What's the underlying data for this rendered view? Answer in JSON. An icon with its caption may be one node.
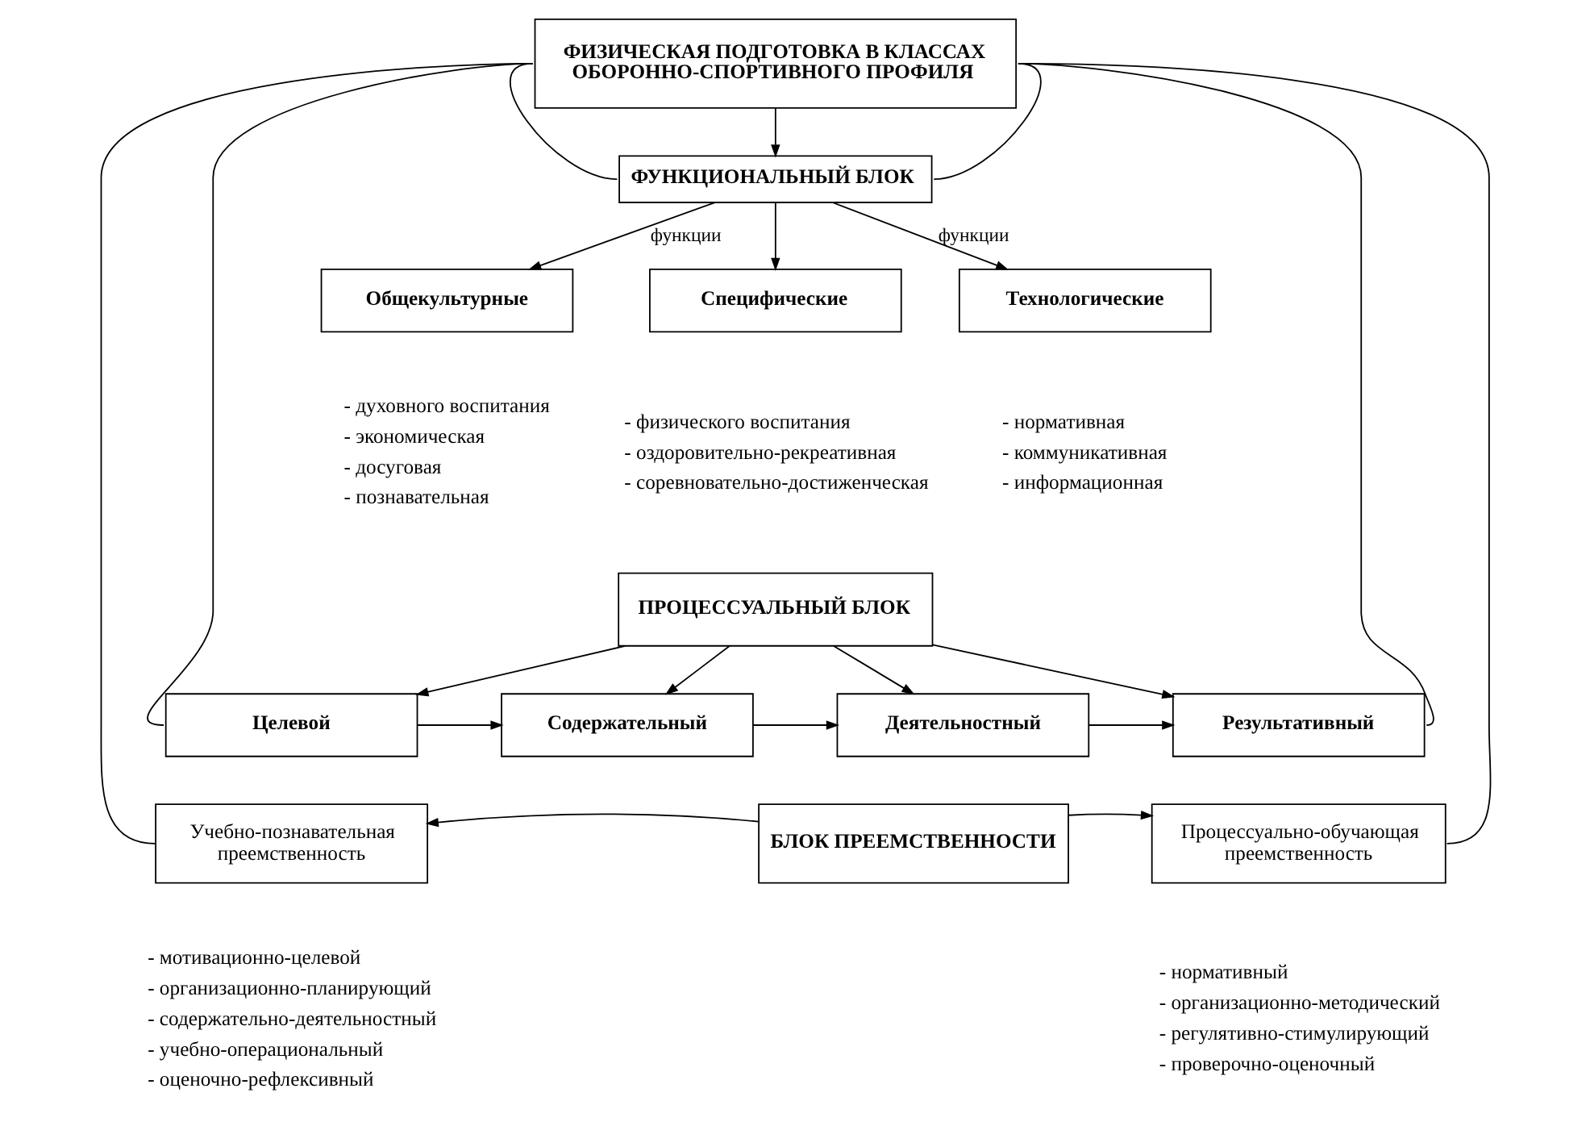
{
  "diagram": {
    "nodes": [
      {
        "text": [
          "ФИЗИЧЕСКАЯ ПОДГОТОВКА В КЛАССАХ ОБОРОННО-СПОРТИВНОГО ПРОФИЛЯ"
        ]
      },
      {
        "text": [
          "ФУНКЦИОНАЛЬНЫЙ БЛОК"
        ]
      },
      {
        "text": [
          "Общекультурные"
        ],
        "beside": [
          "- духовного воспитания",
          "- экономическая",
          "- досуговая",
          "- познавательная"
        ]
      },
      {
        "text": [
          "Специфические"
        ],
        "beside": [
          "- физического воспитания",
          "- оздоровительно-рекреативная",
          "- соревновательно-достиженческая"
        ]
      },
      {
        "text": [
          "Технологические"
        ],
        "beside": [
          "- нормативная",
          "- коммуникативная",
          "- информационная"
        ]
      },
      {
        "text": [
          "ПРОЦЕССУАЛЬНЫЙ БЛОК"
        ]
      },
      {
        "text": [
          "Целевой"
        ]
      },
      {
        "text": [
          "Содержательный"
        ]
      },
      {
        "text": [
          "Деятельностный"
        ]
      },
      {
        "text": [
          "Результативный"
        ]
      },
      {
        "text": [
          "Учебно-познавательная преемственность"
        ],
        "beside": [
          "- мотивационно-целевой",
          "- организационно-планирующий",
          "- содержательно-деятельностный",
          "- учебно-операциональный",
          "- оценочно-рефлексивный"
        ]
      },
      {
        "text": [
          "БЛОК ПРЕЕМСТВЕННОСТИ"
        ]
      },
      {
        "text": [
          "Процессуально-обучающая преемственность"
        ],
        "beside": [
          "- нормативный",
          "- организационно-методический",
          "- регулятивно-стимулирующий",
          "- проверочно-оценочный"
        ]
      }
    ],
    "edges": [
      {
        "from": 0,
        "to": 10,
        "arrow": "none"
      },
      {
        "from": 0,
        "to": 6,
        "arrow": "none"
      },
      {
        "from": 0,
        "to": 1,
        "arrow": "none"
      },
      {
        "from": 0,
        "to": 1,
        "arrow": "to"
      },
      {
        "from": 0,
        "to": 1,
        "arrow": "none"
      },
      {
        "from": 0,
        "to": 9,
        "arrow": "none"
      },
      {
        "from": 0,
        "to": 12,
        "arrow": "none"
      },
      {
        "from": 1,
        "to": 2,
        "arrow": "to",
        "label": "функции"
      },
      {
        "from": 1,
        "to": 3,
        "arrow": "to"
      },
      {
        "from": 1,
        "to": 4,
        "arrow": "to",
        "label": "функции"
      },
      {
        "from": 5,
        "to": 6,
        "arrow": "to"
      },
      {
        "from": 5,
        "to": 7,
        "arrow": "to"
      },
      {
        "from": 5,
        "to": 8,
        "arrow": "to"
      },
      {
        "from": 5,
        "to": 9,
        "arrow": "to"
      },
      {
        "from": 6,
        "to": 7,
        "arrow": "to"
      },
      {
        "from": 7,
        "to": 8,
        "arrow": "to"
      },
      {
        "from": 8,
        "to": 9,
        "arrow": "to"
      },
      {
        "from": 11,
        "to": 10,
        "arrow": "to"
      },
      {
        "from": 11,
        "to": 12,
        "arrow": "to"
      }
    ]
  }
}
